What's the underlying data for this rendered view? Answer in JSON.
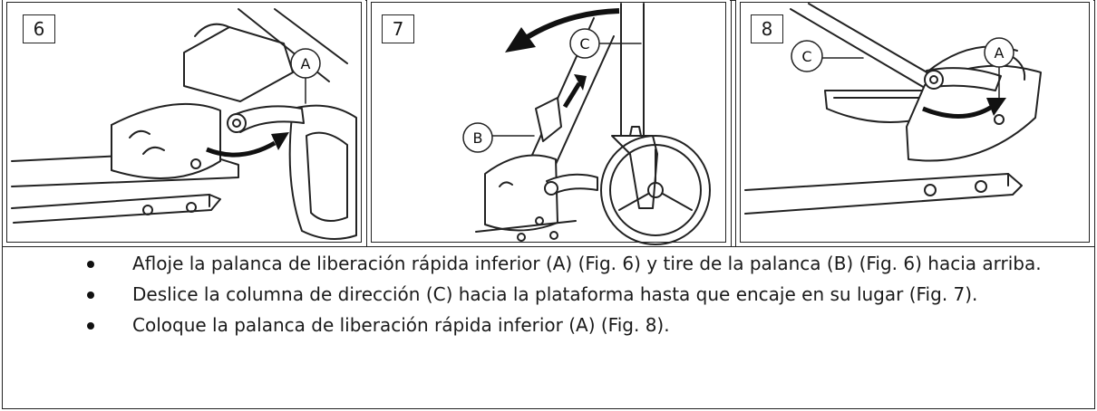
{
  "figures": [
    {
      "number": "6",
      "callouts": [
        "A"
      ]
    },
    {
      "number": "7",
      "callouts": [
        "C",
        "B"
      ]
    },
    {
      "number": "8",
      "callouts": [
        "C",
        "A"
      ]
    }
  ],
  "steps": [
    "Afloje la palanca de liberación rápida inferior (A) (Fig. 6) y tire de la palanca (B)  (Fig. 6) hacia arriba.",
    "Deslice la columna de dirección (C) hacia la plataforma hasta que encaje en su lugar (Fig. 7).",
    "Coloque la palanca de liberación rápida inferior (A)  (Fig. 8)."
  ]
}
